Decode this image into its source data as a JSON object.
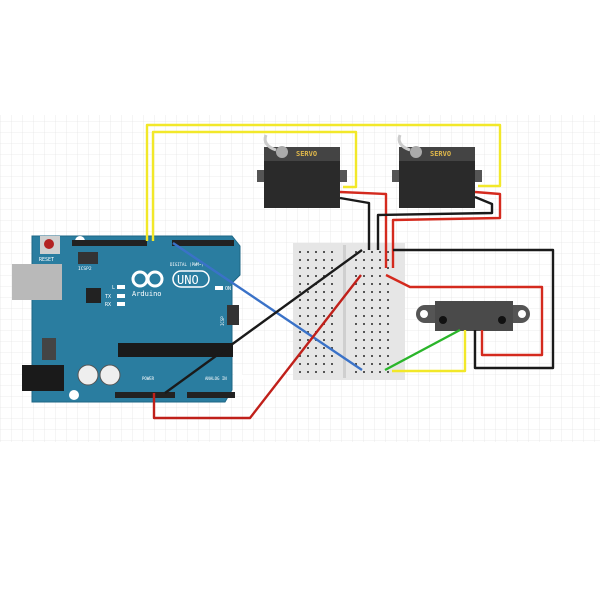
{
  "diagram": {
    "arduino": {
      "reset_label": "RESET",
      "icsp2_label": "ICSP2",
      "icsp_label": "ICSP",
      "logo_text": "Arduino",
      "model": "UNO",
      "led_l": "L",
      "led_tx": "TX",
      "led_rx": "RX",
      "led_on": "ON",
      "digital_label": "DIGITAL (PWM~)",
      "power_label": "POWER",
      "analog_label": "ANALOG IN"
    },
    "servo_left": {
      "label": "SERVO"
    },
    "servo_right": {
      "label": "SERVO"
    },
    "colors": {
      "board": "#2a7da0",
      "wire_yellow": "#f2e829",
      "wire_red": "#d42a1e",
      "wire_black": "#1a1a1a",
      "wire_blue": "#3a72c8",
      "wire_green": "#2ab52a",
      "servo_body": "#2a2a2a",
      "breadboard": "#e6e6e6"
    }
  }
}
